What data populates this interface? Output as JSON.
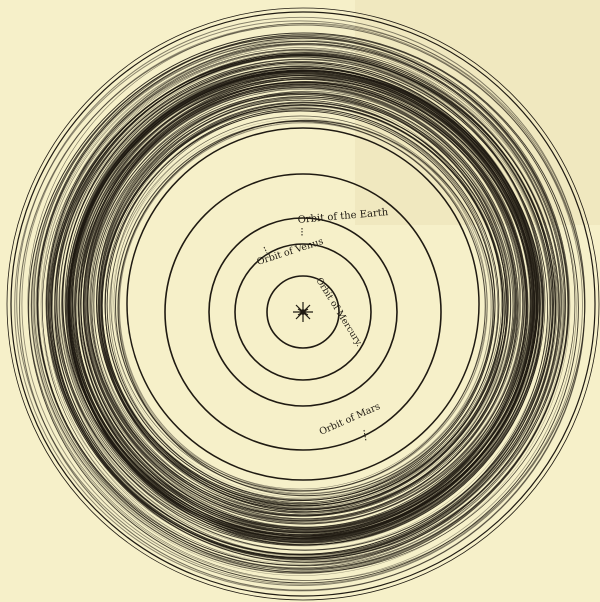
{
  "diagram": {
    "colors": {
      "paper": "#f6f0c9",
      "ink": "#1f1a12",
      "bleed": "#efe6bd"
    },
    "labels": {
      "earth": "Orbit of the Earth",
      "venus": "Orbit of Venus",
      "mercury": "Orbit of Mercury.",
      "mars": "Orbit of Mars"
    },
    "sun_icon": "sun-star-icon",
    "bands_icon": "asteroid-belt-icon"
  }
}
